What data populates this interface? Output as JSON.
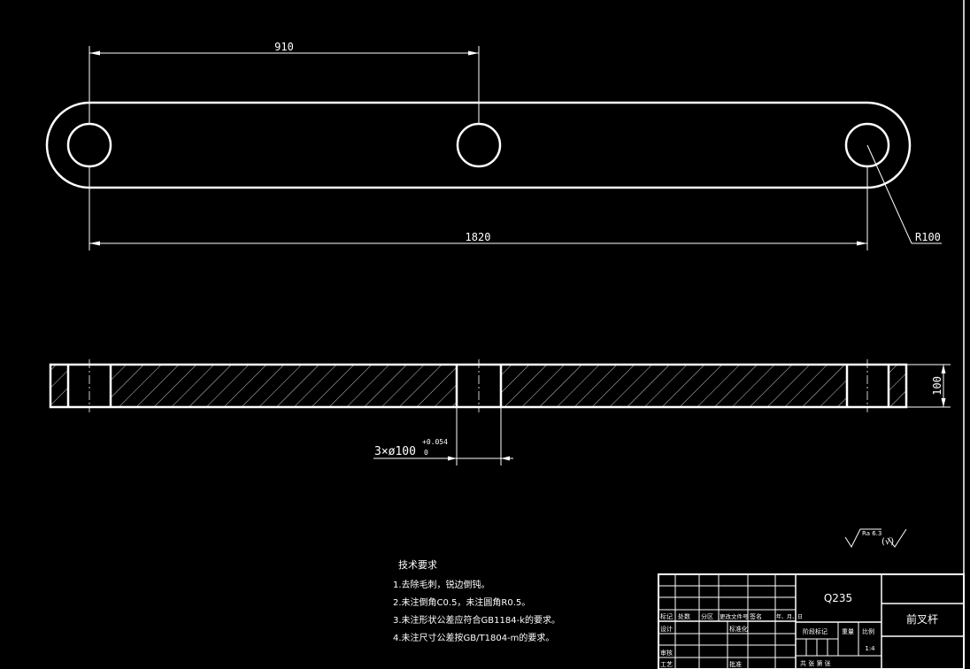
{
  "dimensions": {
    "top_span": "910",
    "overall_length": "1820",
    "end_radius": "R100",
    "thickness": "100",
    "hole_callout_prefix": "3×ø100",
    "hole_tol_upper": "+0.054",
    "hole_tol_lower": "0"
  },
  "roughness": {
    "value": "Ra 6.3",
    "general": "(√)"
  },
  "notes": {
    "title": "技术要求",
    "lines": [
      "1.去除毛刺，锐边倒钝。",
      "2.未注倒角C0.5，未注圆角R0.5。",
      "3.未注形状公差应符合GB1184-k的要求。",
      "4.未注尺寸公差按GB/T1804-m的要求。"
    ]
  },
  "title_block": {
    "material": "Q235",
    "part_name": "前叉杆",
    "header_cells": [
      "标记",
      "处数",
      "分区",
      "更改文件号",
      "签名",
      "年、月、日"
    ],
    "designer_label": "设计",
    "standardization_label": "标准化",
    "review_label": "审核",
    "process_label": "工艺",
    "approve_label": "批准",
    "stage_mark_label": "阶段标记",
    "weight_label": "重量",
    "scale_label": "比例",
    "scale_value": "1:4",
    "sheet_label": "共  张  第  张"
  }
}
